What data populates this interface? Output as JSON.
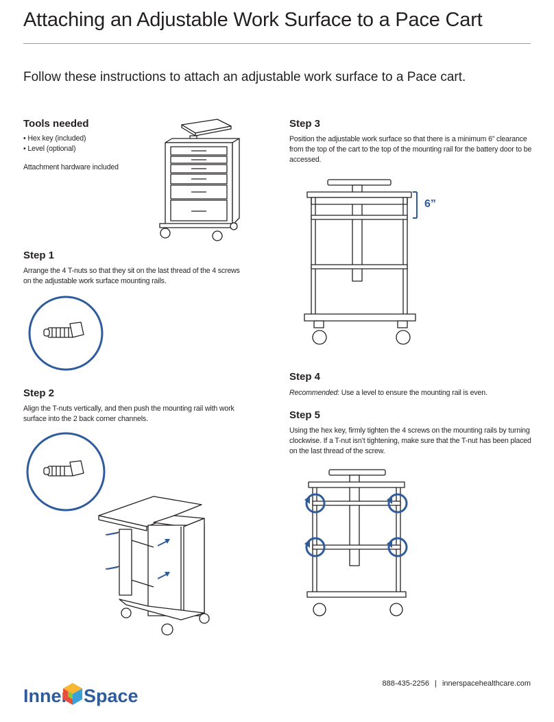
{
  "title": "Attaching an Adjustable Work Surface to a Pace Cart",
  "intro": "Follow these instructions to attach an adjustable work surface to a Pace cart.",
  "tools": {
    "heading": "Tools needed",
    "items": [
      "Hex key (included)",
      "Level (optional)"
    ],
    "note": "Attachment hardware included"
  },
  "steps": [
    {
      "heading": "Step 1",
      "text": "Arrange the 4 T-nuts so that they sit on the last thread of the 4 screws on the adjustable work surface mounting rails."
    },
    {
      "heading": "Step 2",
      "text": "Align the T-nuts vertically, and then push the mounting rail with work surface into the 2 back corner channels."
    },
    {
      "heading": "Step 3",
      "text": "Position the adjustable work surface so that there is a minimum 6” clearance from the top of the cart to the top of the mounting rail for the battery door to be accessed."
    },
    {
      "heading": "Step 4",
      "emphasis": "Recommended",
      "text": ": Use a level to ensure the mounting rail is even."
    },
    {
      "heading": "Step 5",
      "text": "Using the hex key, firmly tighten the 4 screws on the mounting rails by turning clockwise. If a T-nut isn’t tightening, make sure that the T-nut has been placed on the last thread of the screw."
    }
  ],
  "clearance_label": "6”",
  "footer": {
    "phone": "888-435-2256",
    "separator": "|",
    "website": "innerspacehealthcare.com",
    "logo_left": "Inner",
    "logo_right": "Space"
  },
  "colors": {
    "accent": "#2e5b9c",
    "text": "#231f20",
    "rule": "#9a9a9a"
  }
}
